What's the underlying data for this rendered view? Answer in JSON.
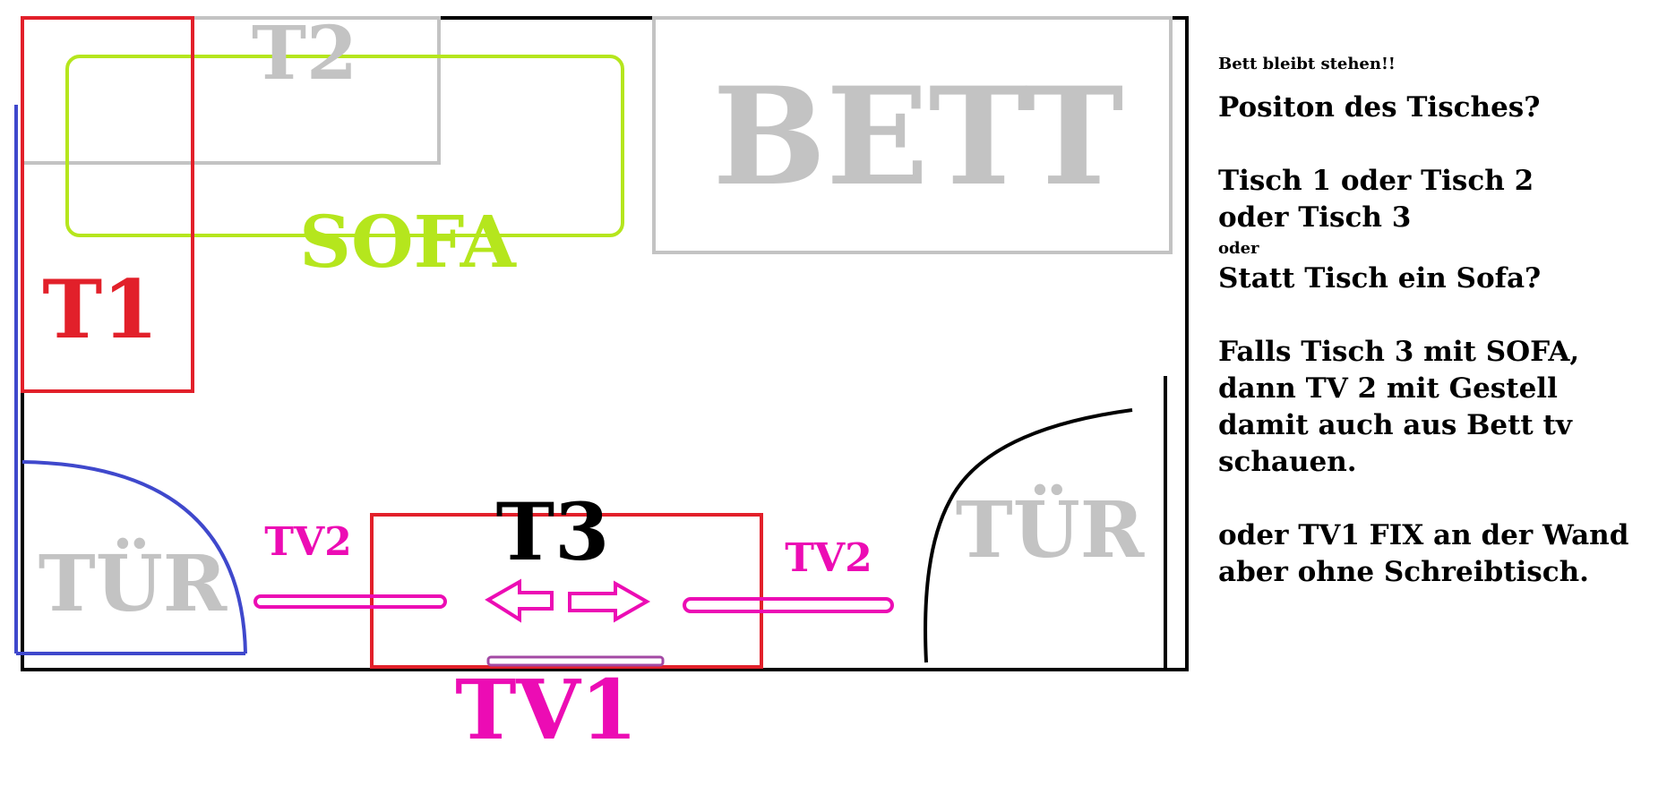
{
  "labels": {
    "t1": "T1",
    "t2": "T2",
    "t3": "T3",
    "sofa": "SOFA",
    "bett": "BETT",
    "tuer_left": "TÜR",
    "tuer_right": "TÜR",
    "tv1": "TV1",
    "tv2_left": "TV2",
    "tv2_right": "TV2"
  },
  "notes": {
    "line1": "Bett bleibt stehen!!",
    "line2": "Positon des Tisches?",
    "line3": "Tisch 1 oder Tisch 2",
    "line4": "oder Tisch 3",
    "line5": "oder",
    "line6": "Statt Tisch ein Sofa?",
    "line7": "Falls Tisch 3 mit SOFA,",
    "line8": "dann TV 2 mit Gestell",
    "line9": "damit auch aus Bett tv",
    "line10": "schauen.",
    "line11": "oder TV1 FIX an der Wand",
    "line12": "aber ohne Schreibtisch."
  },
  "colors": {
    "wall": "#000000",
    "table_red": "#e2202a",
    "sofa_green": "#b5e61d",
    "gray": "#c3c3c3",
    "magenta": "#ec0cb4",
    "door_blue": "#3f48cc",
    "tv1_bar": "#a349a4"
  }
}
